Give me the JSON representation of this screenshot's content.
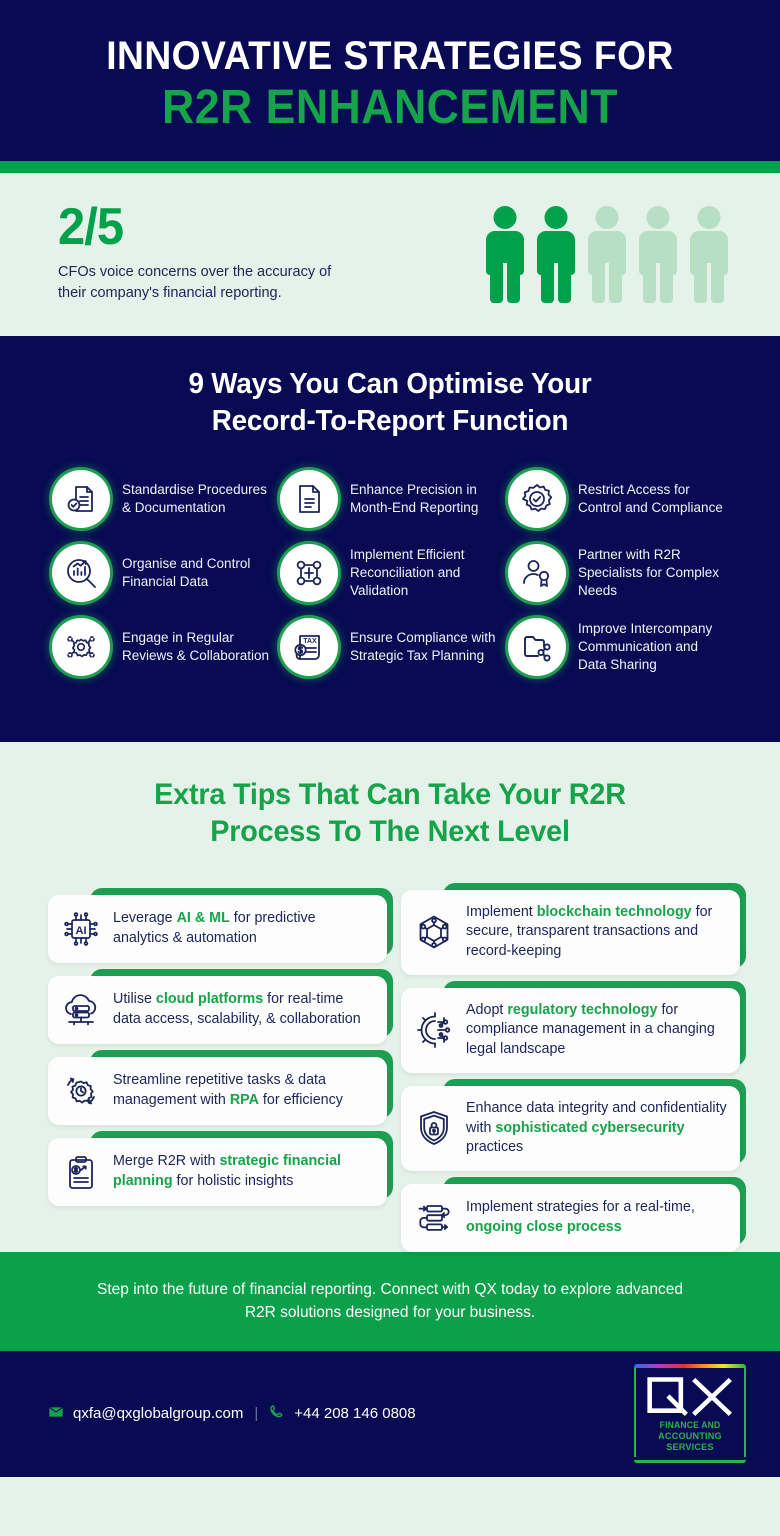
{
  "header": {
    "line1": "INNOVATIVE STRATEGIES FOR",
    "line2": "R2R ENHANCEMENT"
  },
  "stat": {
    "fraction": "2/5",
    "caption": "CFOs voice concerns over the accuracy of their company's financial reporting.",
    "people_total": 5,
    "people_highlighted": 2
  },
  "ways": {
    "title_line1": "9 Ways You Can Optimise Your",
    "title_line2": "Record-To-Report Function",
    "items": [
      {
        "label": "Standardise Procedures & Documentation",
        "icon": "document-check-icon"
      },
      {
        "label": "Enhance Precision in Month-End Reporting",
        "icon": "document-lines-icon"
      },
      {
        "label": "Restrict Access for Control and Compliance",
        "icon": "gear-check-icon"
      },
      {
        "label": "Organise and Control Financial Data",
        "icon": "magnifier-chart-icon"
      },
      {
        "label": "Implement Efficient Reconciliation and Validation",
        "icon": "network-nodes-icon"
      },
      {
        "label": "Partner with R2R Specialists for Complex Needs",
        "icon": "person-badge-icon"
      },
      {
        "label": "Engage in Regular Reviews & Collaboration",
        "icon": "gear-collaboration-icon"
      },
      {
        "label": "Ensure Compliance with Strategic Tax Planning",
        "icon": "tax-document-icon"
      },
      {
        "label": "Improve Intercompany Communication and Data Sharing",
        "icon": "folder-share-icon"
      }
    ]
  },
  "tips": {
    "title_line1": "Extra Tips That Can Take Your R2R",
    "title_line2": "Process To The Next Level",
    "left": [
      {
        "icon": "ai-chip-icon",
        "parts": [
          {
            "t": "Leverage "
          },
          {
            "t": "AI & ML",
            "hl": true
          },
          {
            "t": " for predictive analytics & automation"
          }
        ]
      },
      {
        "icon": "cloud-server-icon",
        "parts": [
          {
            "t": "Utilise "
          },
          {
            "t": "cloud platforms",
            "hl": true
          },
          {
            "t": " for real-time data access, scalability, & collaboration"
          }
        ]
      },
      {
        "icon": "gear-clock-icon",
        "parts": [
          {
            "t": "Streamline repetitive tasks & data management with "
          },
          {
            "t": "RPA",
            "hl": true
          },
          {
            "t": " for efficiency"
          }
        ]
      },
      {
        "icon": "clipboard-dollar-icon",
        "parts": [
          {
            "t": "Merge R2R with "
          },
          {
            "t": "strategic financial planning",
            "hl": true
          },
          {
            "t": " for holistic insights"
          }
        ]
      }
    ],
    "right": [
      {
        "icon": "blockchain-cube-icon",
        "parts": [
          {
            "t": "Implement "
          },
          {
            "t": "blockchain technology",
            "hl": true
          },
          {
            "t": " for secure, transparent transactions and record-keeping"
          }
        ]
      },
      {
        "icon": "regtech-gear-icon",
        "parts": [
          {
            "t": "Adopt "
          },
          {
            "t": "regulatory technology",
            "hl": true
          },
          {
            "t": " for compliance management in a changing legal landscape"
          }
        ]
      },
      {
        "icon": "shield-lock-icon",
        "parts": [
          {
            "t": "Enhance data integrity and confidentiality with "
          },
          {
            "t": "sophisticated cybersecurity",
            "hl": true
          },
          {
            "t": " practices"
          }
        ]
      },
      {
        "icon": "process-flow-icon",
        "parts": [
          {
            "t": "Implement strategies for a real-time, "
          },
          {
            "t": "ongoing close process",
            "hl": true
          }
        ]
      }
    ]
  },
  "cta": {
    "text": "Step into the future of financial reporting. Connect with QX today to explore advanced R2R solutions designed for your business."
  },
  "footer": {
    "email": "qxfa@qxglobalgroup.com",
    "separator": "|",
    "phone": "+44 208 146 0808",
    "logo": {
      "wordmark": "QX",
      "sub1": "FINANCE AND",
      "sub2": "ACCOUNTING SERVICES"
    }
  },
  "colors": {
    "navy": "#080A53",
    "green": "#00A14B",
    "green_bright": "#16A34A",
    "mint": "#E4F2E9",
    "pale_green": "#B7DFC3",
    "white": "#FFFFFF"
  }
}
